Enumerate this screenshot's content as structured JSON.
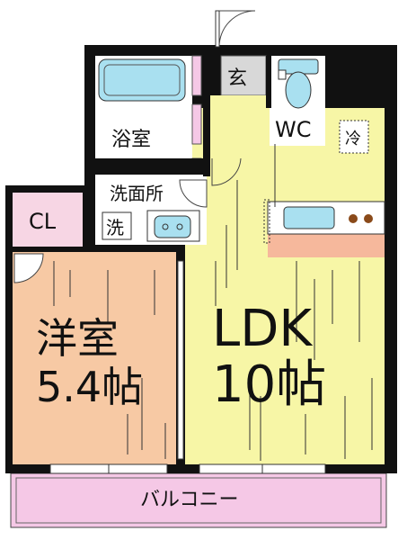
{
  "floor_plan": {
    "rooms": {
      "entrance": "玄",
      "wc": "WC",
      "bath": "浴室",
      "fridge": "冷",
      "washroom": "洗面所",
      "washer": "洗",
      "closet": "CL",
      "western_room_name": "洋室",
      "western_room_size": "5.4帖",
      "ldk_name": "LDK",
      "ldk_size": "10帖",
      "balcony": "バルコニー"
    },
    "colors": {
      "ldk_floor": "#f7f6a6",
      "western_floor": "#f7c9a4",
      "balcony": "#f5c8e6",
      "closet": "#f7d6e4",
      "wet_area": "#ffffff",
      "fixture": "#a9e0f0",
      "entrance_floor": "#d8d8d8",
      "kitchen_counter": "#f6b89c"
    }
  }
}
